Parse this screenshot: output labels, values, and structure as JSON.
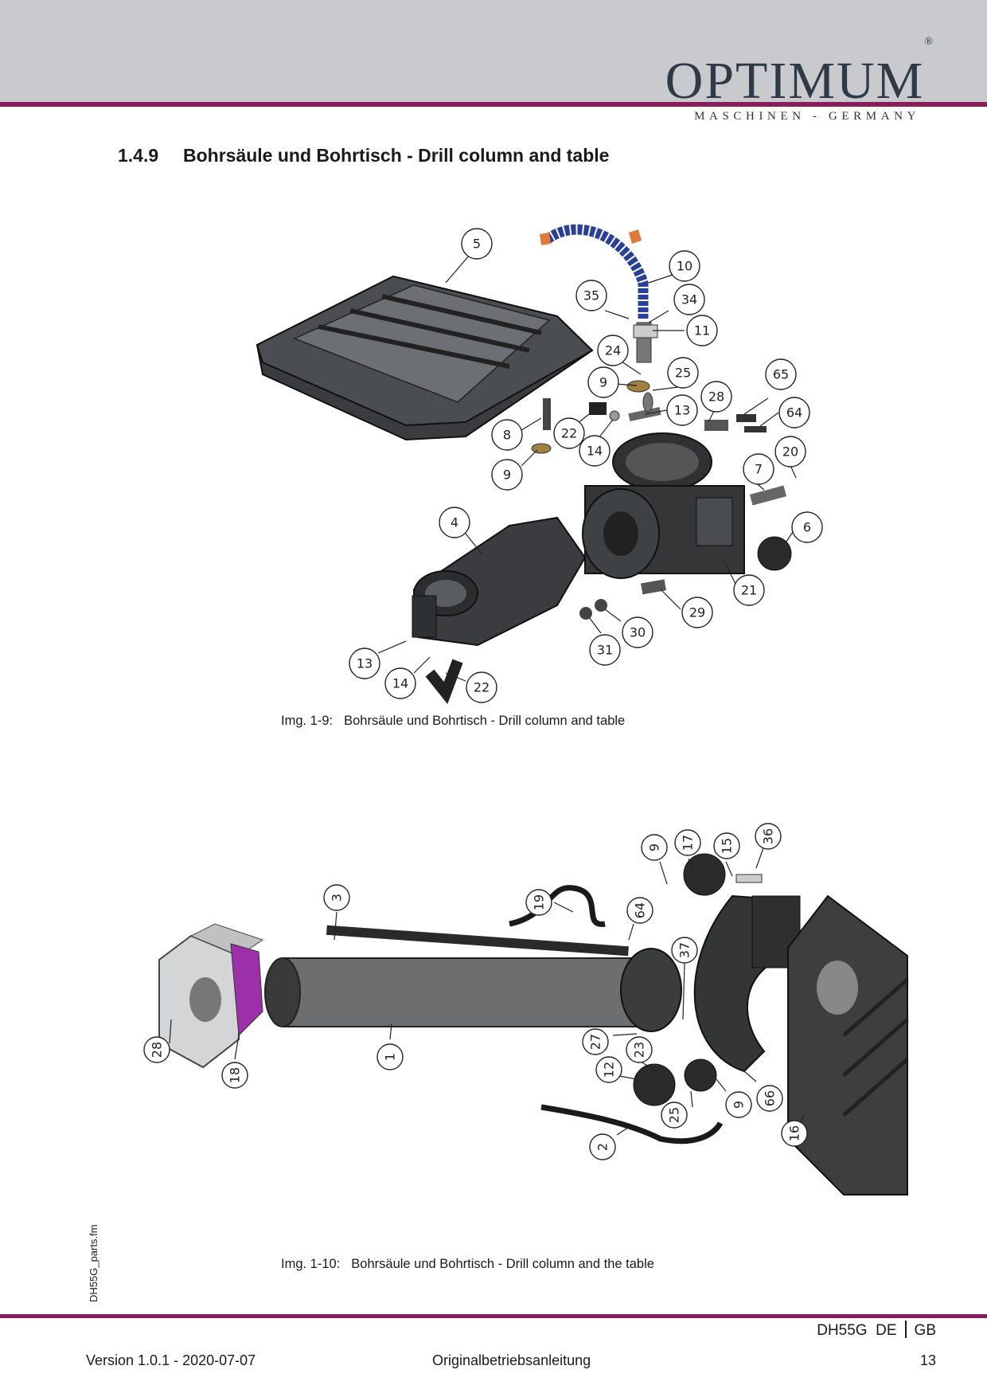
{
  "header": {
    "brand": "OPTIMUM",
    "registered": "®",
    "tagline": "MASCHINEN - GERMANY"
  },
  "section": {
    "number": "1.4.9",
    "title": "Bohrsäule und Bohrtisch - Drill column and table"
  },
  "figure1": {
    "caption_label": "Img. 1-9:",
    "caption_text": "Bohrsäule und Bohrtisch - Drill column and table",
    "callouts": [
      "5",
      "10",
      "35",
      "34",
      "11",
      "24",
      "25",
      "9",
      "65",
      "28",
      "64",
      "13",
      "22",
      "8",
      "14",
      "9",
      "20",
      "7",
      "6",
      "4",
      "21",
      "29",
      "30",
      "31",
      "13",
      "14",
      "22"
    ]
  },
  "figure2": {
    "caption_label": "Img. 1-10:",
    "caption_text": "Bohrsäule und Bohrtisch - Drill column and the table",
    "callouts": [
      "9",
      "17",
      "15",
      "36",
      "3",
      "19",
      "64",
      "37",
      "28",
      "18",
      "1",
      "27",
      "23",
      "12",
      "25",
      "9",
      "66",
      "2",
      "16"
    ]
  },
  "sidebar_file": "DH55G_parts.fm",
  "footer": {
    "model": "DH55G",
    "lang_de": "DE",
    "lang_gb": "GB",
    "version": "Version 1.0.1 - 2020-07-07",
    "doc_type": "Originalbetriebsanleitung",
    "page": "13"
  }
}
